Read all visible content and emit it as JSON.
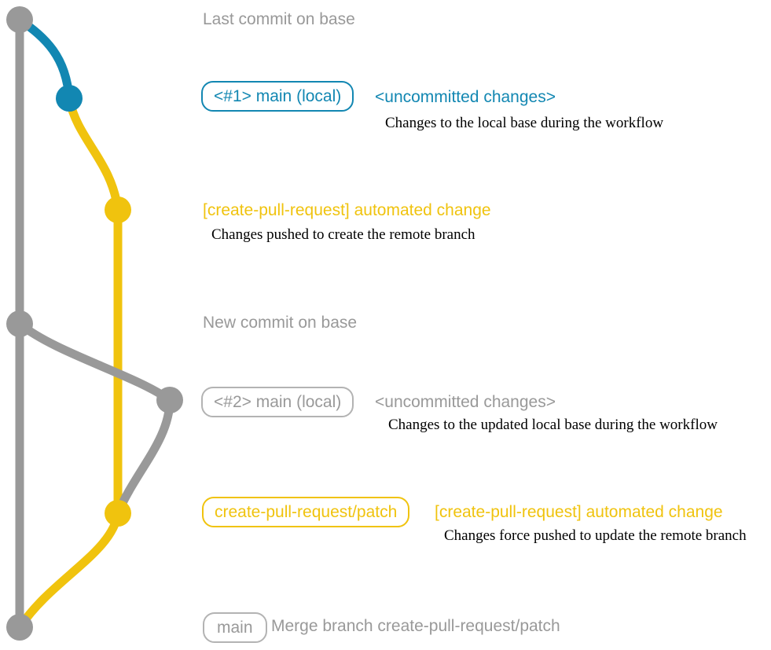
{
  "diagram": {
    "type": "git-branch-graph",
    "colors": {
      "base_branch": "#999999",
      "local_main_branch": "#1287b2",
      "pull_request_branch": "#f0c30e",
      "description_text": "#000000"
    },
    "commits": [
      {
        "id": "base-last",
        "branch": "base",
        "color": "#999999"
      },
      {
        "id": "main-local-1",
        "branch": "main-local",
        "color": "#1287b2"
      },
      {
        "id": "pr-commit-1",
        "branch": "create-pull-request/patch",
        "color": "#f0c30e"
      },
      {
        "id": "base-new",
        "branch": "base",
        "color": "#999999"
      },
      {
        "id": "main-local-2",
        "branch": "main-local",
        "color": "#999999"
      },
      {
        "id": "pr-commit-2",
        "branch": "create-pull-request/patch",
        "color": "#f0c30e"
      },
      {
        "id": "merge",
        "branch": "base",
        "color": "#999999"
      }
    ]
  },
  "annotations": {
    "last_commit_label": "Last commit on base",
    "new_commit_label": "New commit on base",
    "rows": [
      {
        "tag": "<#1> main (local)",
        "message": "<uncommitted changes>",
        "description": "Changes to the local base during the workflow"
      },
      {
        "tag": "",
        "message": "[create-pull-request] automated change",
        "description": "Changes pushed to create the remote branch"
      },
      {
        "tag": "<#2> main (local)",
        "message": "<uncommitted changes>",
        "description": "Changes to the updated local base during the workflow"
      },
      {
        "tag": "create-pull-request/patch",
        "message": "[create-pull-request] automated change",
        "description": "Changes force pushed to update the remote branch"
      },
      {
        "tag": "main",
        "message": "Merge branch create-pull-request/patch",
        "description": ""
      }
    ]
  }
}
